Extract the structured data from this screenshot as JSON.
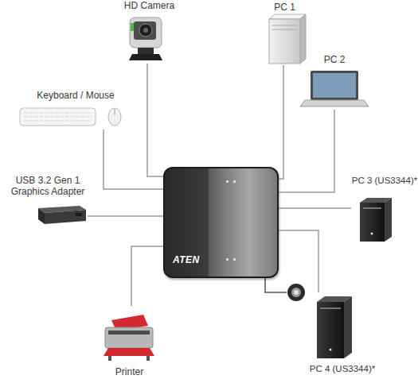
{
  "diagram": {
    "nodes": [
      {
        "text": [
          "HD Camera"
        ]
      },
      {
        "text": [
          "PC 1"
        ]
      },
      {
        "text": [
          "Keyboard / Mouse"
        ]
      },
      {
        "text": [
          "PC 2"
        ]
      },
      {
        "text": [
          "USB 3.2 Gen 1 Graphics Adapter"
        ]
      },
      {
        "text": [
          "ATEN"
        ]
      },
      {
        "text": [
          "PC 3 (US3344)*"
        ]
      },
      {
        "text": [
          "Printer"
        ]
      },
      {
        "text": [
          "PC 4 (US3344)*"
        ]
      }
    ],
    "edges": [
      {
        "from": 5,
        "to": 0,
        "arrow": "none"
      },
      {
        "from": 5,
        "to": 1,
        "arrow": "none"
      },
      {
        "from": 5,
        "to": 2,
        "arrow": "none"
      },
      {
        "from": 5,
        "to": 3,
        "arrow": "none"
      },
      {
        "from": 5,
        "to": 4,
        "arrow": "none"
      },
      {
        "from": 5,
        "to": 6,
        "arrow": "none"
      },
      {
        "from": 5,
        "to": 7,
        "arrow": "none"
      },
      {
        "from": 5,
        "to": 8,
        "arrow": "none"
      }
    ]
  }
}
